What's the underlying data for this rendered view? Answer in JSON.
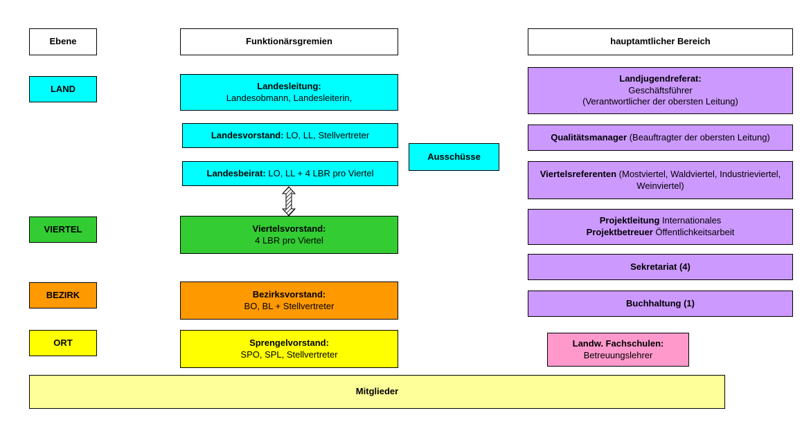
{
  "colors": {
    "cyan": "#00FFFF",
    "green": "#33CC33",
    "orange": "#FF9900",
    "yellow": "#FFFF00",
    "purple": "#CC99FF",
    "pink": "#FF99CC",
    "pale_yellow": "#FFFF99",
    "white": "#FFFFFF",
    "border": "#000000"
  },
  "column_headers": {
    "level": "Ebene",
    "committees": "Funktionärsgremien",
    "fulltime": "hauptamtlicher Bereich"
  },
  "level_labels": {
    "land": "LAND",
    "viertel": "VIERTEL",
    "bezirk": "BEZIRK",
    "ort": "ORT"
  },
  "committees": {
    "landesleitung": {
      "title": "Landesleitung:",
      "members": "Landesobmann, Landesleiterin,"
    },
    "landesvorstand": {
      "title": "Landesvorstand:",
      "members": "LO, LL, Stellvertreter"
    },
    "landesbeirat": {
      "title": "Landesbeirat:",
      "members": "LO, LL + 4 LBR pro Viertel"
    },
    "ausschuesse": "Ausschüsse",
    "viertelsvorstand": {
      "title": "Viertelsvorstand:",
      "members": "4 LBR pro Viertel"
    },
    "bezirksvorstand": {
      "title": "Bezirksvorstand:",
      "members": "BO, BL + Stellvertreter"
    },
    "sprengelvorstand": {
      "title": "Sprengelvorstand:",
      "members": "SPO, SPL, Stellvertreter"
    }
  },
  "fulltime_area": {
    "landjugendreferat": {
      "title": "Landjugendreferat:",
      "line2": "Geschäftsführer",
      "line3": "(Verantwortlicher der obersten Leitung)"
    },
    "qualitaetsmanager": {
      "title": "Qualitätsmanager",
      "detail": "(Beauftragter der obersten Leitung)"
    },
    "viertelsreferenten": {
      "title": "Viertelsreferenten",
      "detail": "(Mostviertel, Waldviertel, Industrieviertel, Weinviertel)"
    },
    "projektleitung": {
      "title1": "Projektleitung",
      "detail1": "Internationales",
      "title2": "Projektbetreuer",
      "detail2": "Öffentlichkeitsarbeit"
    },
    "sekretariat": "Sekretariat (4)",
    "buchhaltung": "Buchhaltung (1)",
    "fachschulen": {
      "title": "Landw. Fachschulen:",
      "line2": "Betreuungslehrer"
    }
  },
  "footer": {
    "mitglieder": "Mitglieder"
  }
}
